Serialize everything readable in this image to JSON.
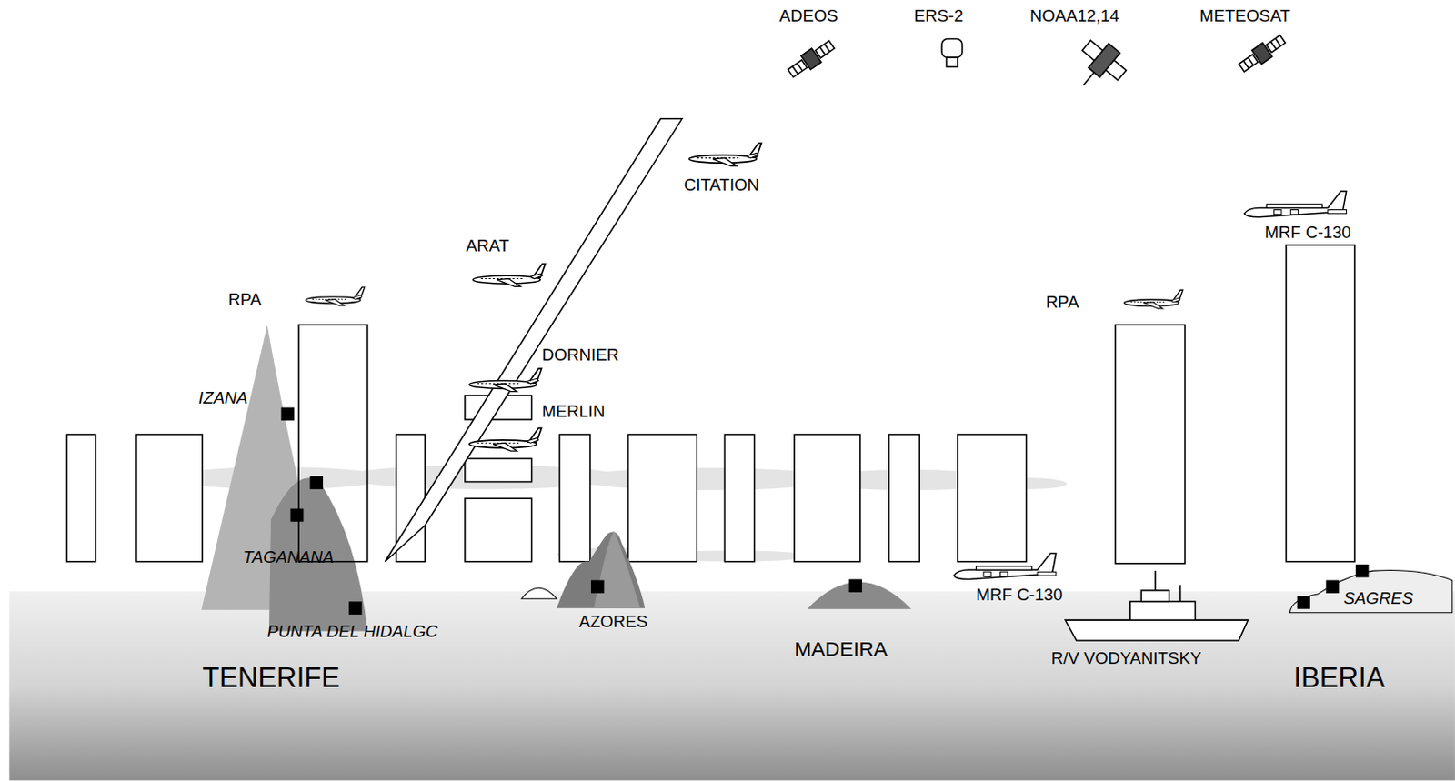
{
  "diagram": {
    "labels": [
      "ADEOS",
      "ERS-2",
      "NOAA12,14",
      "METEOSAT",
      "CITATION",
      "ARAT",
      "RPA",
      "DORNIER",
      "MERLIN",
      "IZANA",
      "RPA",
      "MRF C-130",
      "TAGANANA",
      "PUNTA DEL HIDALGC",
      "AZORES",
      "MADEIRA",
      "MRF C-130",
      "R/V VODYANITSKY",
      "SAGRES",
      "TENERIFE",
      "IBERIA"
    ]
  }
}
